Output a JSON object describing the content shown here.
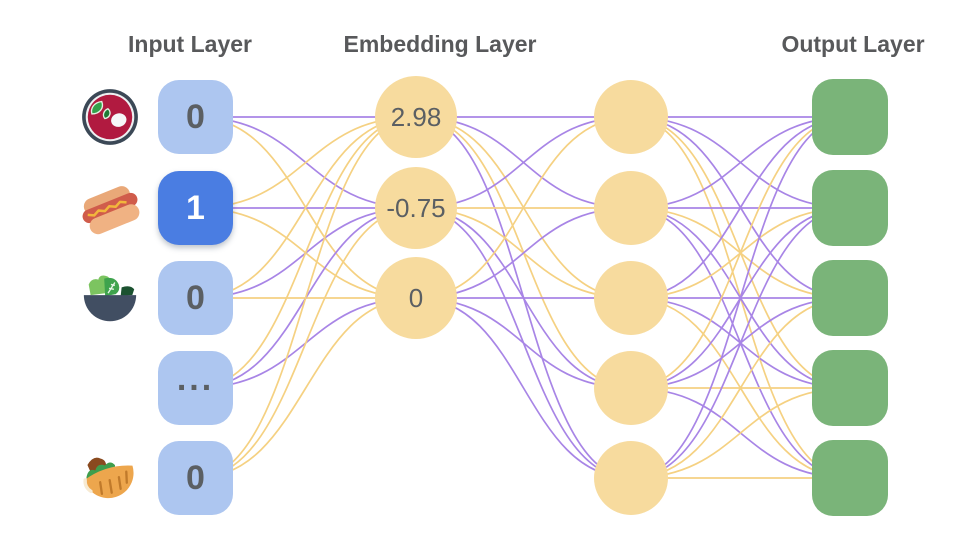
{
  "titles": {
    "input": "Input Layer",
    "embedding": "Embedding Layer",
    "output": "Output Layer"
  },
  "colors": {
    "background": "#ffffff",
    "title_text": "#58595b",
    "value_text": "#5b5f63",
    "input_node_fill": "#adc6f0",
    "input_node_active_fill": "#4a7de2",
    "input_node_active_text": "#ffffff",
    "embedding_node_fill": "#f7db9e",
    "hidden_node_fill": "#f7db9e",
    "output_node_fill": "#7ab479",
    "edge_purple": "#a885e6",
    "edge_yellow": "#f5d182"
  },
  "layers": {
    "input": {
      "nodes": [
        {
          "icon": "borscht",
          "value": "0",
          "active": false
        },
        {
          "icon": "hot-dog",
          "value": "1",
          "active": true
        },
        {
          "icon": "salad",
          "value": "0",
          "active": false
        },
        {
          "icon": null,
          "value": "...",
          "active": false
        },
        {
          "icon": "stuffed-flatbread",
          "value": "0",
          "active": false
        }
      ]
    },
    "embedding": {
      "nodes": [
        {
          "value": "2.98"
        },
        {
          "value": "-0.75"
        },
        {
          "value": "0"
        }
      ]
    },
    "hidden": {
      "node_count": 5
    },
    "output": {
      "node_count": 5
    }
  },
  "edges": {
    "input_to_embedding": [
      [
        "purple",
        "purple",
        "yellow"
      ],
      [
        "yellow",
        "purple",
        "yellow"
      ],
      [
        "yellow",
        "purple",
        "yellow"
      ],
      [
        "yellow",
        "purple",
        "purple"
      ],
      [
        "yellow",
        "yellow",
        "yellow"
      ]
    ],
    "embedding_to_hidden": [
      [
        "purple",
        "purple",
        "yellow",
        "yellow",
        "purple"
      ],
      [
        "purple",
        "yellow",
        "yellow",
        "purple",
        "purple"
      ],
      [
        "yellow",
        "purple",
        "purple",
        "purple",
        "purple"
      ]
    ],
    "hidden_to_output": [
      [
        "purple",
        "purple",
        "purple",
        "yellow",
        "yellow"
      ],
      [
        "purple",
        "purple",
        "yellow",
        "purple",
        "purple"
      ],
      [
        "purple",
        "yellow",
        "purple",
        "purple",
        "yellow"
      ],
      [
        "yellow",
        "purple",
        "purple",
        "yellow",
        "purple"
      ],
      [
        "purple",
        "purple",
        "yellow",
        "yellow",
        "yellow"
      ]
    ]
  }
}
